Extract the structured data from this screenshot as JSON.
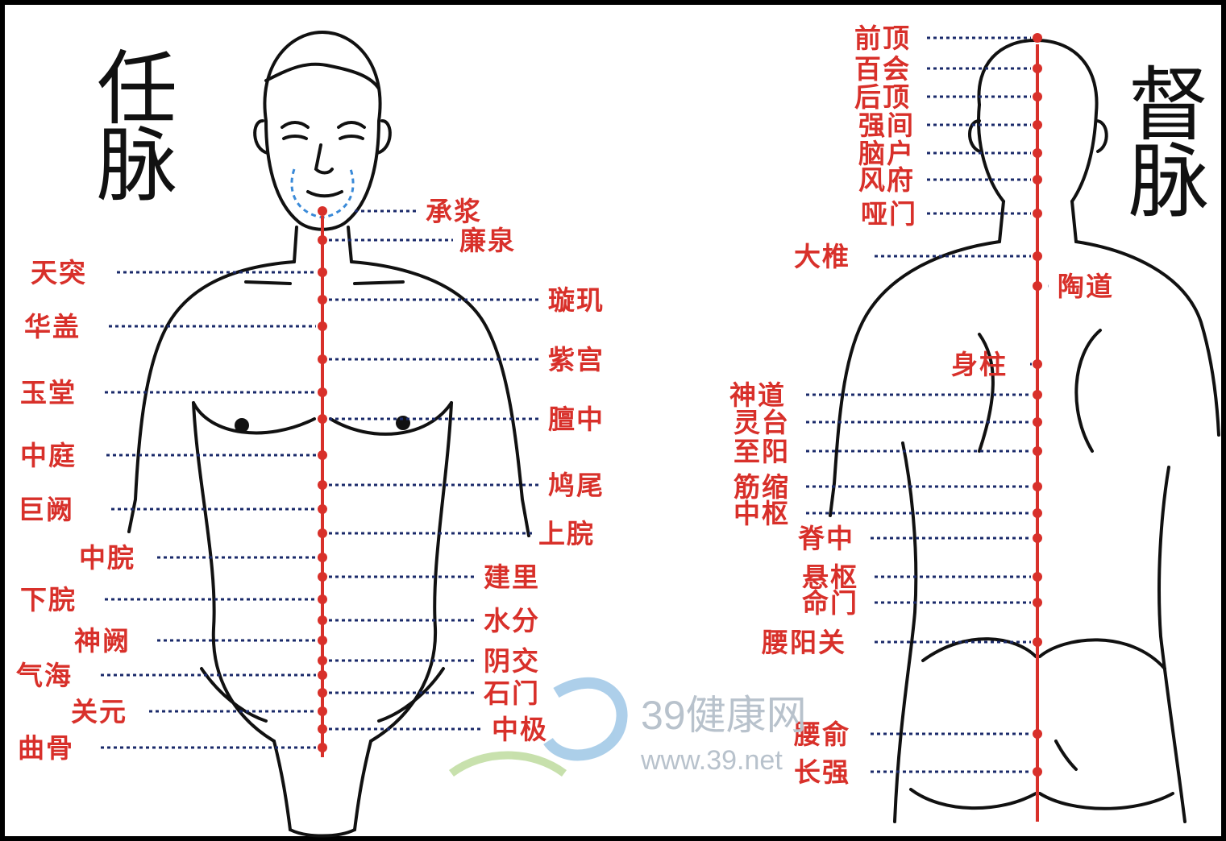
{
  "colors": {
    "label": "#d8302a",
    "meridian": "#d8302a",
    "outline": "#111111",
    "dots": "#1a2a6a",
    "watermark": "#b8c2cc",
    "frame": "#000000"
  },
  "ren": {
    "title_char1": "任",
    "title_char2": "脉",
    "points_right": [
      "承浆",
      "廉泉",
      "璇玑",
      "紫宫",
      "膻中",
      "鸠尾",
      "上脘",
      "建里",
      "水分",
      "阴交",
      "石门",
      "中极"
    ],
    "points_left": [
      "天突",
      "华盖",
      "玉堂",
      "中庭",
      "巨阙",
      "中脘",
      "下脘",
      "神阙",
      "气海",
      "关元",
      "曲骨"
    ]
  },
  "du": {
    "title_char1": "督",
    "title_char2": "脉",
    "points_head": [
      "前顶",
      "百会",
      "后顶",
      "强间",
      "脑户",
      "风府",
      "哑门"
    ],
    "points_back": [
      "大椎",
      "陶道",
      "身柱",
      "神道",
      "灵台",
      "至阳",
      "筋缩",
      "中枢",
      "脊中",
      "悬枢",
      "命门",
      "腰阳关",
      "腰俞",
      "长强"
    ]
  },
  "watermark": {
    "brand": "39健康网",
    "url": "www.39.net"
  }
}
